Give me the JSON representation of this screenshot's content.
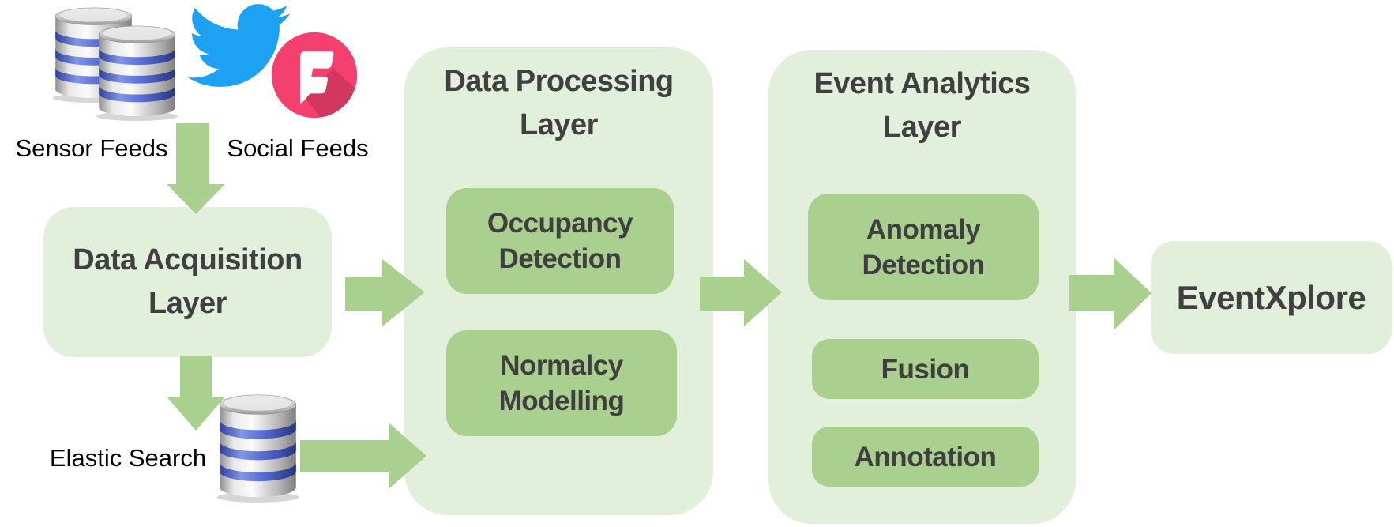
{
  "diagram": {
    "feeds": {
      "sensor_label": "Sensor Feeds",
      "social_label": "Social Feeds"
    },
    "elastic_label": "Elastic Search",
    "acquisition": {
      "title1": "Data Acquisition",
      "title2": "Layer"
    },
    "processing": {
      "title1": "Data Processing",
      "title2": "Layer",
      "occupancy1": "Occupancy",
      "occupancy2": "Detection",
      "normalcy1": "Normalcy",
      "normalcy2": "Modelling"
    },
    "analytics": {
      "title1": "Event Analytics",
      "title2": "Layer",
      "anomaly1": "Anomaly",
      "anomaly2": "Detection",
      "fusion": "Fusion",
      "annotation": "Annotation"
    },
    "output_label": "EventXplore"
  },
  "icons": [
    "database-icon",
    "twitter-icon",
    "foursquare-icon",
    "down-arrow",
    "right-arrow"
  ],
  "colors": {
    "background": "#ffffff",
    "layer_fill": "#e2efda",
    "module_fill": "#a9d08e",
    "arrow_fill": "#a9d08e",
    "title_text": "#404040",
    "module_text": "#3f3f3f",
    "label_text": "#000000",
    "twitter_blue": "#1da1f2",
    "foursquare_pink": "#f3406e",
    "database_blue": "#5a6fd6",
    "database_gray": "#b5b5b5"
  }
}
